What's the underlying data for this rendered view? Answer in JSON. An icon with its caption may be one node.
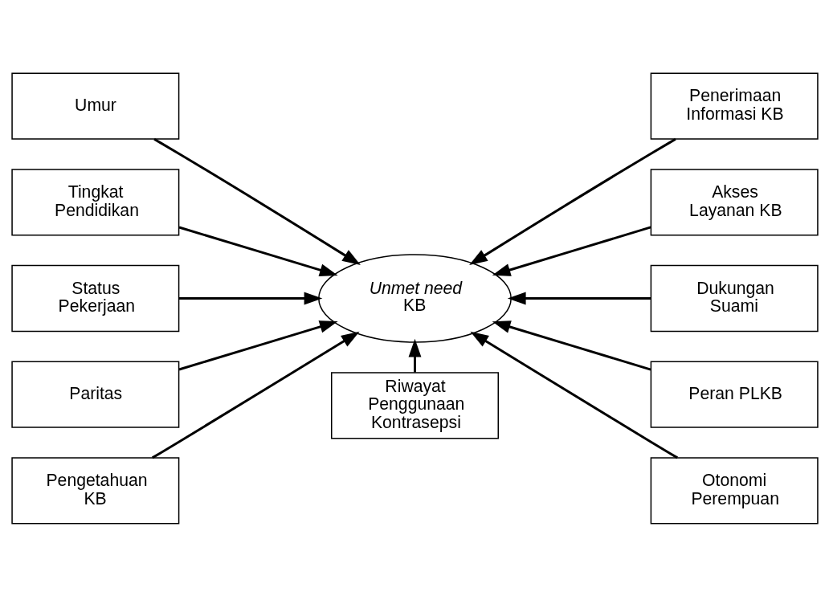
{
  "diagram": {
    "nodes": [
      {
        "text": [
          "Umur"
        ]
      },
      {
        "text": [
          "Tingkat Pendidikan"
        ]
      },
      {
        "text": [
          "Status Pekerjaan"
        ]
      },
      {
        "text": [
          "Paritas"
        ]
      },
      {
        "text": [
          "Pengetahuan KB"
        ]
      },
      {
        "text": [
          "*Unmet need* KB"
        ]
      },
      {
        "text": [
          "Penerimaan Informasi KB"
        ]
      },
      {
        "text": [
          "Akses Layanan KB"
        ]
      },
      {
        "text": [
          "Dukungan Suami"
        ]
      },
      {
        "text": [
          "Peran PLKB"
        ]
      },
      {
        "text": [
          "Otonomi Perempuan"
        ]
      },
      {
        "text": [
          "Riwayat Penggunaan Kontrasepsi"
        ]
      }
    ],
    "edges": [
      {
        "from": 0,
        "to": 5,
        "arrow": "to"
      },
      {
        "from": 1,
        "to": 5,
        "arrow": "to"
      },
      {
        "from": 2,
        "to": 5,
        "arrow": "to"
      },
      {
        "from": 3,
        "to": 5,
        "arrow": "to"
      },
      {
        "from": 4,
        "to": 5,
        "arrow": "to"
      },
      {
        "from": 6,
        "to": 5,
        "arrow": "to"
      },
      {
        "from": 7,
        "to": 5,
        "arrow": "to"
      },
      {
        "from": 8,
        "to": 5,
        "arrow": "to"
      },
      {
        "from": 9,
        "to": 5,
        "arrow": "to"
      },
      {
        "from": 10,
        "to": 5,
        "arrow": "to"
      },
      {
        "from": 11,
        "to": 5,
        "arrow": "to"
      }
    ]
  }
}
